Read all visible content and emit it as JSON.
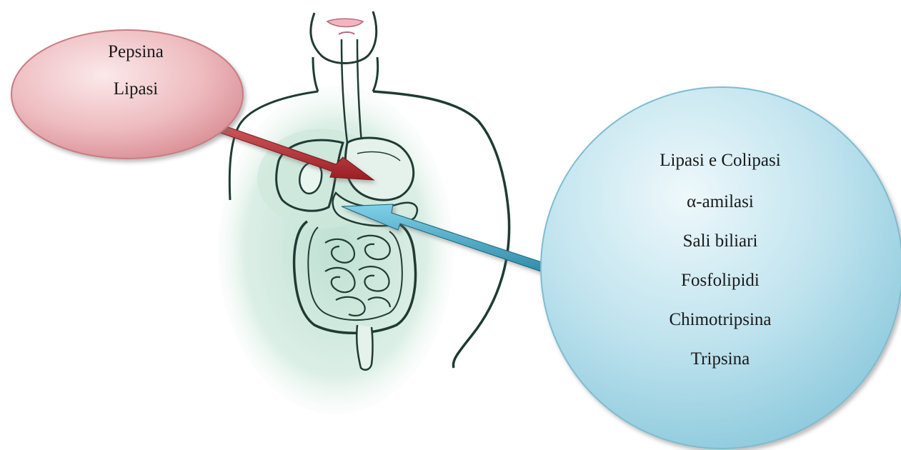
{
  "stomach_callout": {
    "items": [
      "Pepsina",
      "Lipasi"
    ],
    "color": "#e9a9ad"
  },
  "intestine_callout": {
    "items": [
      "Lipasi e Colipasi",
      "α-amilasi",
      "Sali biliari",
      "Fosfolipidi",
      "Chimotripsina",
      "Tripsina"
    ],
    "color": "#a9d8e6"
  },
  "illustration": {
    "icon": "digestive-system-illustration",
    "outline_color": "#1f3b33",
    "organ_tint": "#d8ebe2"
  },
  "arrows": {
    "stomach_arrow_color": "#b02a2f",
    "intestine_arrow_color": "#2a9bbd"
  }
}
